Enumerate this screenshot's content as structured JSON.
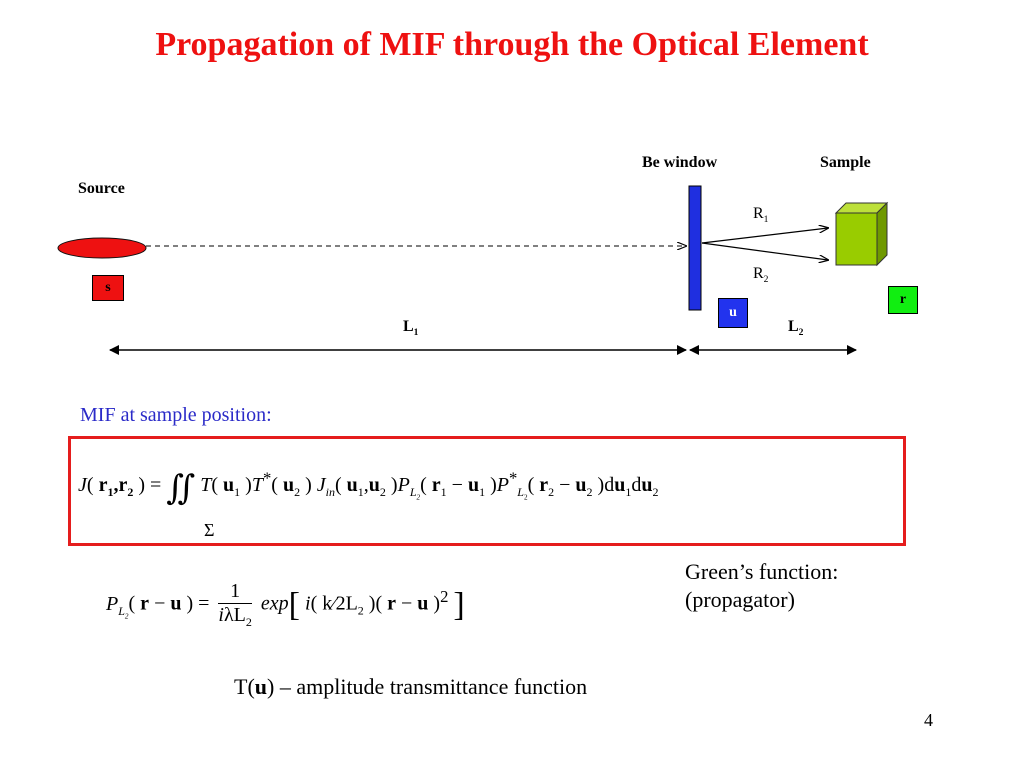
{
  "title": "Propagation of MIF through the Optical Element",
  "diagram": {
    "source_label": "Source",
    "window_label": "Be window",
    "sample_label": "Sample",
    "s_box": "s",
    "u_box": "u",
    "r_box": "r",
    "r1_main": "R",
    "r1_sub": "1",
    "r2_main": "R",
    "r2_sub": "2",
    "l1_main": "L",
    "l1_sub": "1",
    "l2_main": "L",
    "l2_sub": "2",
    "colors": {
      "source": "#ee1111",
      "window": "#1f2fe0",
      "sample_front": "#99cc00",
      "sample_top": "#bde03a",
      "sample_side": "#6f9900",
      "u_box": "#2233ee",
      "r_box": "#11ee11",
      "s_box": "#ee1111"
    }
  },
  "mif_caption": "MIF at sample position:",
  "greens_label_line1": "Green’s function:",
  "greens_label_line2": "(propagator)",
  "transmittance_prefix": "T(",
  "transmittance_bold": "u",
  "transmittance_suffix": ") – amplitude transmittance function",
  "page_number": "4"
}
